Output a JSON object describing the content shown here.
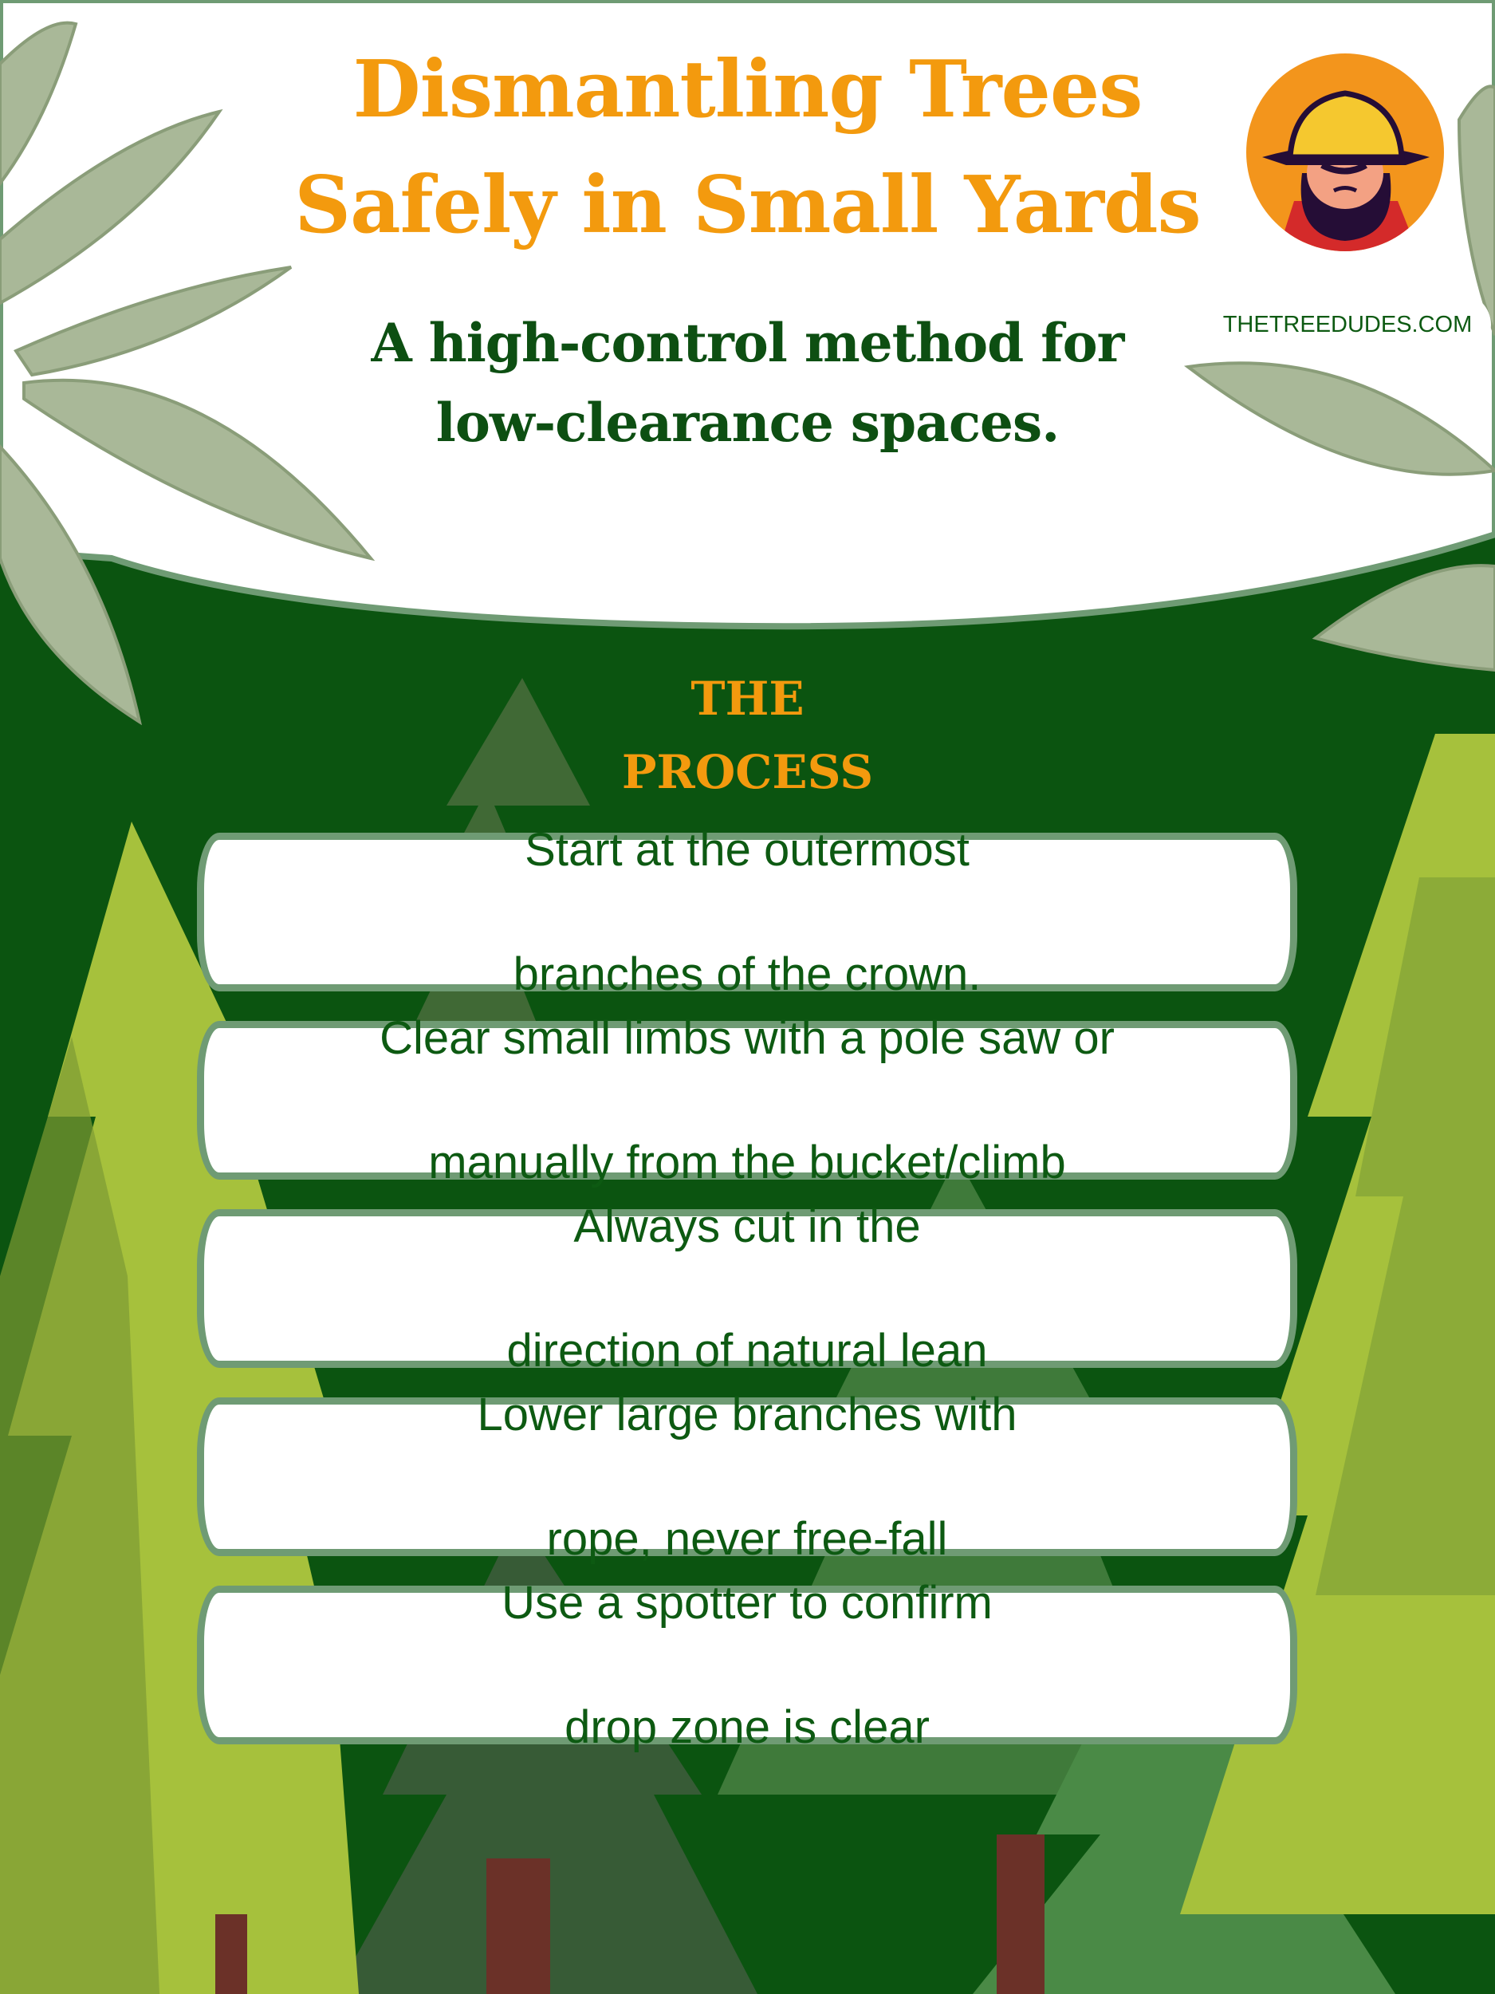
{
  "header": {
    "title_line1": "Dismantling Trees",
    "title_line2": "Safely in Small Yards",
    "subtitle_line1": "A high-control method for",
    "subtitle_line2": "low-clearance spaces.",
    "logo": "The Tree Dudes mascot logo",
    "website": "THETREEDUDES.COM"
  },
  "section": {
    "line1": "THE",
    "line2": "PROCESS"
  },
  "steps": [
    {
      "line1": "Start at the outermost",
      "line2": "branches of the crown."
    },
    {
      "line1": "Clear small limbs with a pole saw or",
      "line2": "manually from the bucket/climb"
    },
    {
      "line1": "Always cut in the",
      "line2": "direction of natural lean"
    },
    {
      "line1": "Lower large branches with",
      "line2": "rope, never free-fall"
    },
    {
      "line1": "Use a spotter to confirm",
      "line2": "drop zone is clear"
    }
  ],
  "colors": {
    "accent": "#f39a0e",
    "dark_green": "#0b5410",
    "text_green": "#0d5a12",
    "border": "#6f9b74"
  }
}
